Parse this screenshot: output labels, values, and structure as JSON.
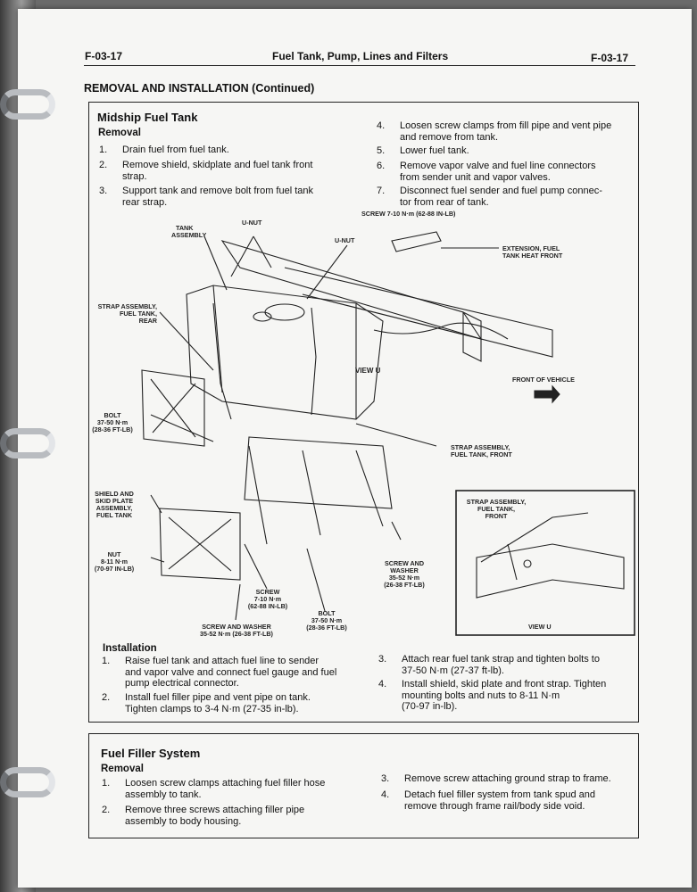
{
  "header": {
    "code_left": "F-03-17",
    "title": "Fuel Tank, Pump, Lines and Filters",
    "code_right": "F-03-17"
  },
  "section_title": "REMOVAL AND INSTALLATION (Continued)",
  "midship": {
    "title": "Midship Fuel Tank",
    "removal_heading": "Removal",
    "removal_left": [
      {
        "n": "1.",
        "text": "Drain fuel from fuel tank."
      },
      {
        "n": "2.",
        "text_1": "Remove shield, skidplate and fuel tank front",
        "text_2": "strap."
      },
      {
        "n": "3.",
        "text_1": "Support tank and remove bolt from fuel tank",
        "text_2": "rear strap."
      }
    ],
    "removal_right": [
      {
        "n": "4.",
        "text_1": "Loosen screw clamps from fill pipe and vent pipe",
        "text_2": "and remove from tank."
      },
      {
        "n": "5.",
        "text": "Lower fuel tank."
      },
      {
        "n": "6.",
        "text_1": "Remove vapor valve and fuel line connectors",
        "text_2": "from sender unit and vapor valves."
      },
      {
        "n": "7.",
        "text_1": "Disconnect fuel sender and fuel pump connec-",
        "text_2": "tor from rear of tank."
      }
    ],
    "diagram_labels": {
      "screw_top": "SCREW 7-10 N·m (62-88 IN-LB)",
      "tank_assembly_1": "TANK",
      "tank_assembly_2": "ASSEMBLY",
      "unut_1": "U-NUT",
      "unut_2": "U-NUT",
      "extension_1": "EXTENSION, FUEL",
      "extension_2": "TANK HEAT FRONT",
      "strap_rear_1": "STRAP ASSEMBLY,",
      "strap_rear_2": "FUEL TANK,",
      "strap_rear_3": "REAR",
      "view_u": "VIEW U",
      "front_vehicle": "FRONT OF VEHICLE",
      "bolt_1": "BOLT",
      "bolt_2": "37-50 N·m",
      "bolt_3": "(28-36 FT-LB)",
      "strap_front_1": "STRAP ASSEMBLY,",
      "strap_front_2": "FUEL TANK, FRONT",
      "shield_1": "SHIELD AND",
      "shield_2": "SKID PLATE",
      "shield_3": "ASSEMBLY,",
      "shield_4": "FUEL TANK",
      "nut_1": "NUT",
      "nut_2": "8-11 N·m",
      "nut_3": "(70-97 IN-LB)",
      "screw_washer_r_1": "SCREW AND",
      "screw_washer_r_2": "WASHER",
      "screw_washer_r_3": "35-52 N·m",
      "screw_washer_r_4": "(26-38 FT-LB)",
      "screw_mid_1": "SCREW",
      "screw_mid_2": "7-10 N·m",
      "screw_mid_3": "(62-88 IN-LB)",
      "screw_washer_b_1": "SCREW AND WASHER",
      "screw_washer_b_2": "35-52 N·m (26-38 FT-LB)",
      "bolt_b_1": "BOLT",
      "bolt_b_2": "37-50 N·m",
      "bolt_b_3": "(28-36 FT-LB)",
      "inset_strap_1": "STRAP ASSEMBLY,",
      "inset_strap_2": "FUEL TANK,",
      "inset_strap_3": "FRONT",
      "inset_view": "VIEW U"
    },
    "installation_heading": "Installation",
    "install_left": [
      {
        "n": "1.",
        "text_1": "Raise fuel tank and attach fuel line to sender",
        "text_2": "and vapor valve and connect fuel gauge and fuel",
        "text_3": "pump electrical connector."
      },
      {
        "n": "2.",
        "text_1": "Install fuel filler pipe and vent pipe on tank.",
        "text_2": "Tighten clamps to 3-4 N·m (27-35 in-lb)."
      }
    ],
    "install_right": [
      {
        "n": "3.",
        "text_1": "Attach rear fuel tank strap and tighten bolts to",
        "text_2": "37-50 N·m (27-37 ft-lb)."
      },
      {
        "n": "4.",
        "text_1": "Install shield, skid plate and front strap. Tighten",
        "text_2": "mounting bolts and nuts to 8-11 N·m",
        "text_3": "(70-97 in-lb)."
      }
    ]
  },
  "filler": {
    "title": "Fuel Filler System",
    "removal_heading": "Removal",
    "left": [
      {
        "n": "1.",
        "text_1": "Loosen screw clamps attaching fuel filler hose",
        "text_2": "assembly to tank."
      },
      {
        "n": "2.",
        "text_1": "Remove three screws attaching filler pipe",
        "text_2": "assembly to body housing."
      }
    ],
    "right": [
      {
        "n": "3.",
        "text": "Remove screw attaching ground strap to frame."
      },
      {
        "n": "4.",
        "text_1": "Detach fuel filler system from tank spud and",
        "text_2": "remove through frame rail/body side void."
      }
    ]
  }
}
